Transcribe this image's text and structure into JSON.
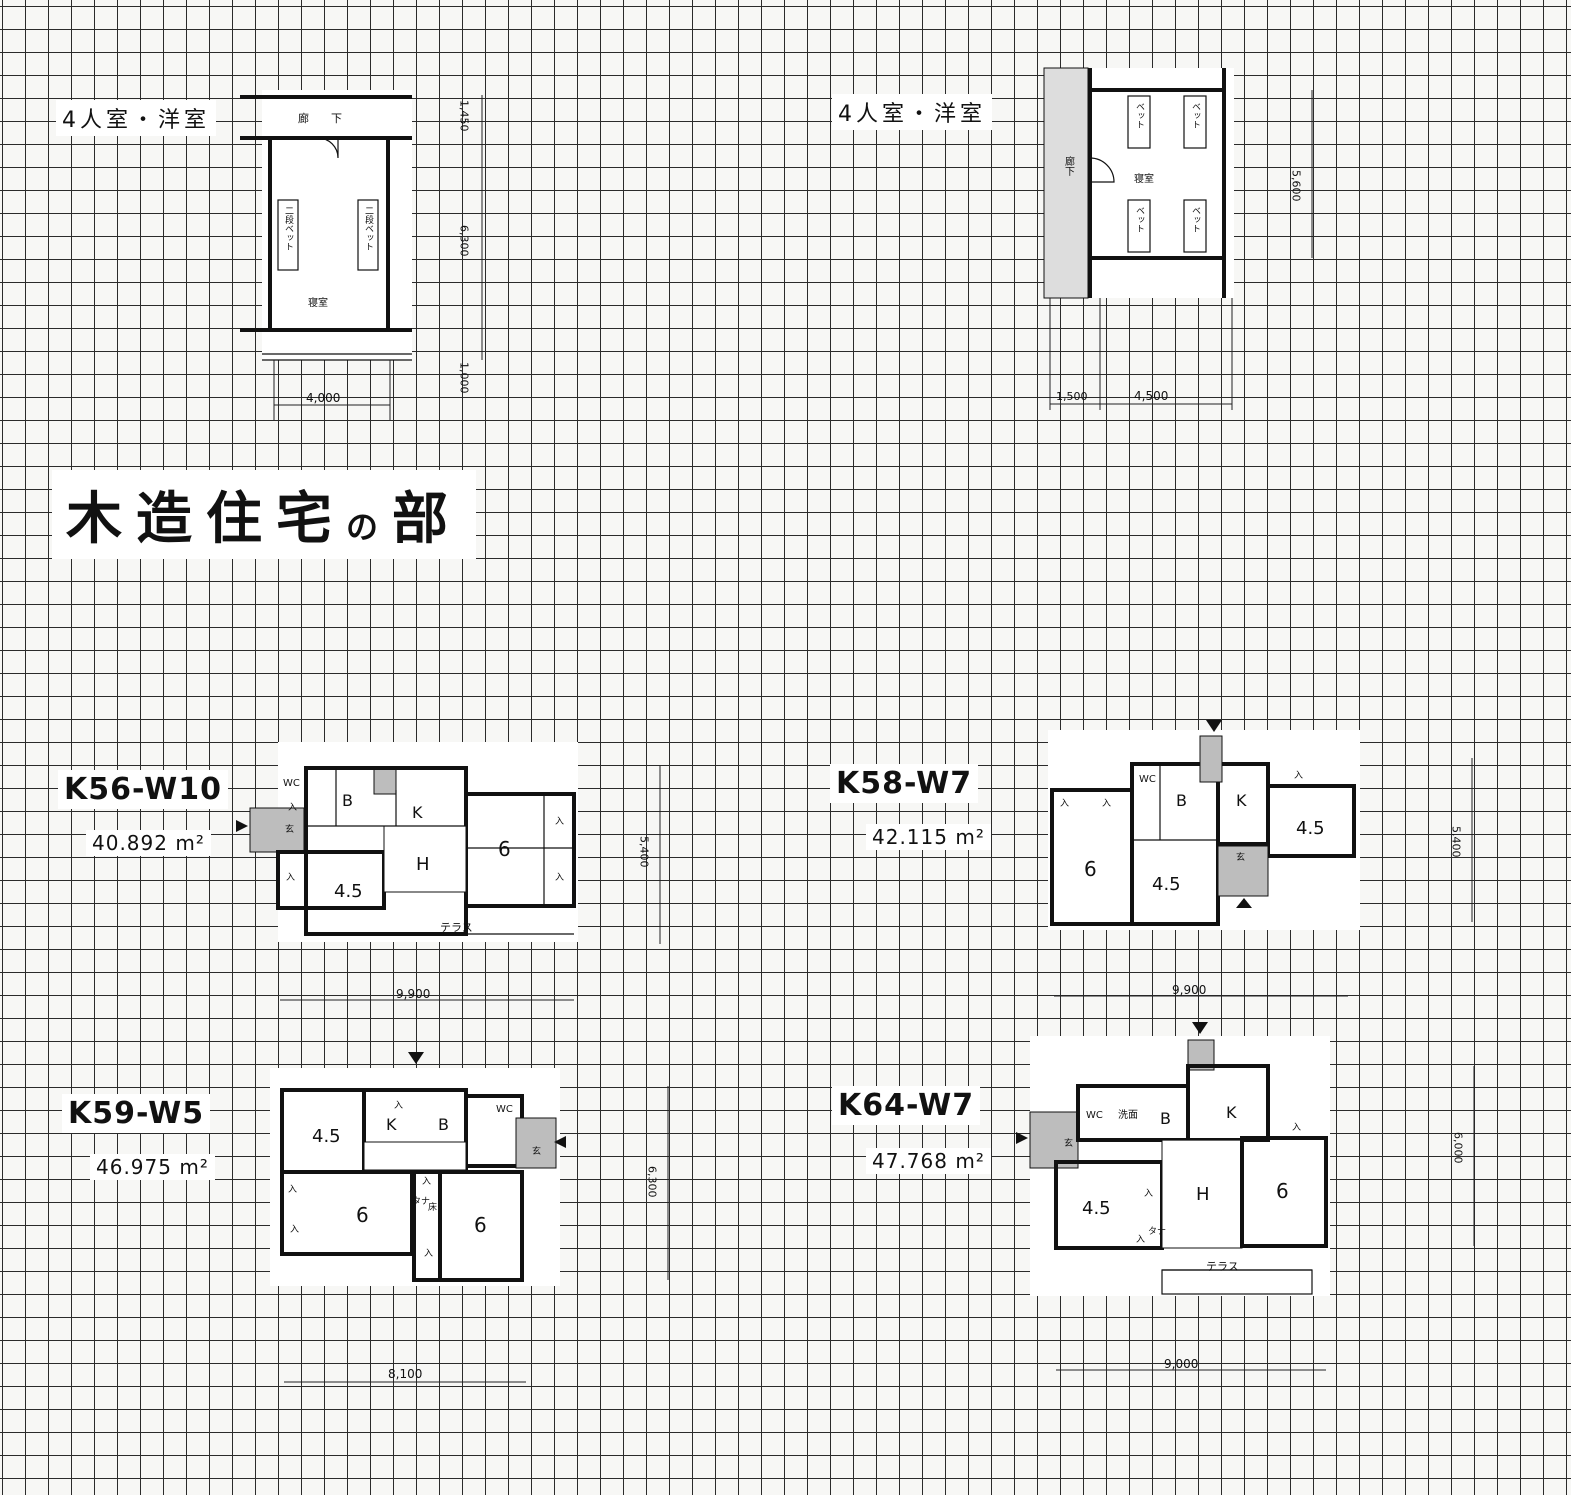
{
  "room_plans": [
    {
      "title": "4人室・洋室",
      "corridor_label": "廊　　下",
      "bed_labels": [
        "二段ベット",
        "二段ベット"
      ],
      "room_label": "寝室",
      "dims": {
        "width": "4,000",
        "depth": "6,300",
        "corridor": "1,450",
        "balcony": "1,000",
        "unit": "m"
      }
    },
    {
      "title": "4人室・洋室",
      "corridor_label": "廊下",
      "bed_labels": [
        "ベット",
        "ベット",
        "ベット",
        "ベット"
      ],
      "room_label": "寝室",
      "dims": {
        "corridor": "1,500",
        "width": "4,500",
        "depth": "5,600",
        "unit": "m"
      }
    }
  ],
  "section_title": {
    "main": "木造住宅",
    "particle": "の",
    "tail": "部"
  },
  "houses": [
    {
      "code": "K56-W10",
      "area": "40.892",
      "area_unit": "m²",
      "rooms": [
        "WC",
        "B",
        "K",
        "H",
        "6",
        "4.5",
        "入",
        "入",
        "入",
        "入",
        "玄"
      ],
      "terrace": "テラス",
      "dims": {
        "width": "9,900",
        "depth": "5,400",
        "unit": "m"
      }
    },
    {
      "code": "K58-W7",
      "area": "42.115",
      "area_unit": "m²",
      "rooms": [
        "WC",
        "B",
        "K",
        "4.5",
        "6",
        "4.5",
        "入",
        "入",
        "入",
        "玄"
      ],
      "dims": {
        "width": "9,900",
        "depth": "5,400",
        "unit": "m"
      }
    },
    {
      "code": "K59-W5",
      "area": "46.975",
      "area_unit": "m²",
      "rooms": [
        "4.5",
        "K",
        "B",
        "WC",
        "6",
        "6",
        "タナ",
        "床",
        "入",
        "入",
        "入",
        "入",
        "入",
        "玄"
      ],
      "dims": {
        "width": "8,100",
        "depth": "6,300",
        "unit": "m"
      }
    },
    {
      "code": "K64-W7",
      "area": "47.768",
      "area_unit": "m²",
      "rooms": [
        "WC",
        "洗面",
        "B",
        "K",
        "H",
        "4.5",
        "6",
        "タナ",
        "入",
        "入",
        "入",
        "玄"
      ],
      "terrace": "テラス",
      "dims": {
        "width": "9,000",
        "depth": "6,000",
        "unit": "m"
      }
    }
  ]
}
